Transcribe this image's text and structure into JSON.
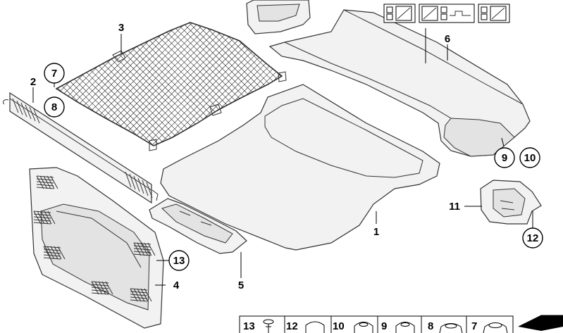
{
  "callouts": {
    "c1": "1",
    "c2": "2",
    "c3": "3",
    "c4": "4",
    "c5": "5",
    "c6": "6",
    "c7": "7",
    "c8": "8",
    "c9": "9",
    "c10": "10",
    "c11": "11",
    "c12": "12",
    "c13": "13"
  },
  "legend": [
    "13",
    "12",
    "10",
    "9",
    "8",
    "7"
  ],
  "colors": {
    "line": "#333333",
    "fill": "#f2f2f2",
    "shade": "#e3e3e3",
    "background": "#ffffff"
  }
}
